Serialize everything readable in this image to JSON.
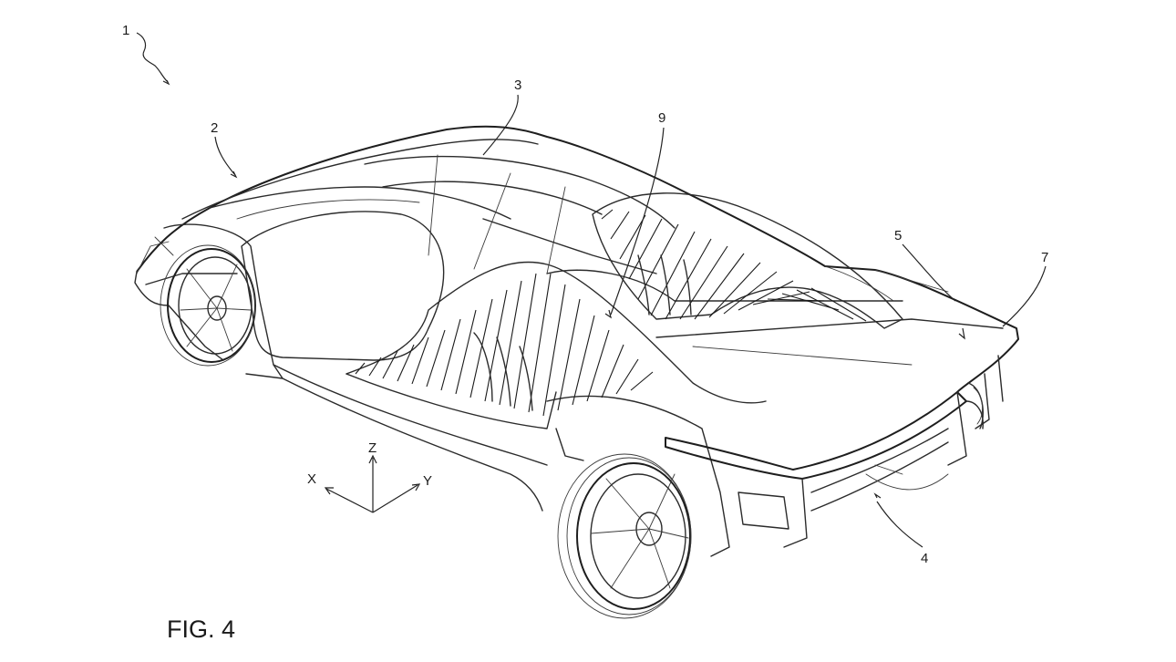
{
  "figure_label": "FIG. 4",
  "reference_numerals": {
    "vehicle": "1",
    "front": "2",
    "roof": "3",
    "rear": "4",
    "spoiler": "5",
    "trailing_edge": "7",
    "channel": "9"
  },
  "axes": {
    "x": "X",
    "y": "Y",
    "z": "Z"
  },
  "colors": {
    "ink": "#2b2b2b",
    "paper": "#ffffff"
  }
}
